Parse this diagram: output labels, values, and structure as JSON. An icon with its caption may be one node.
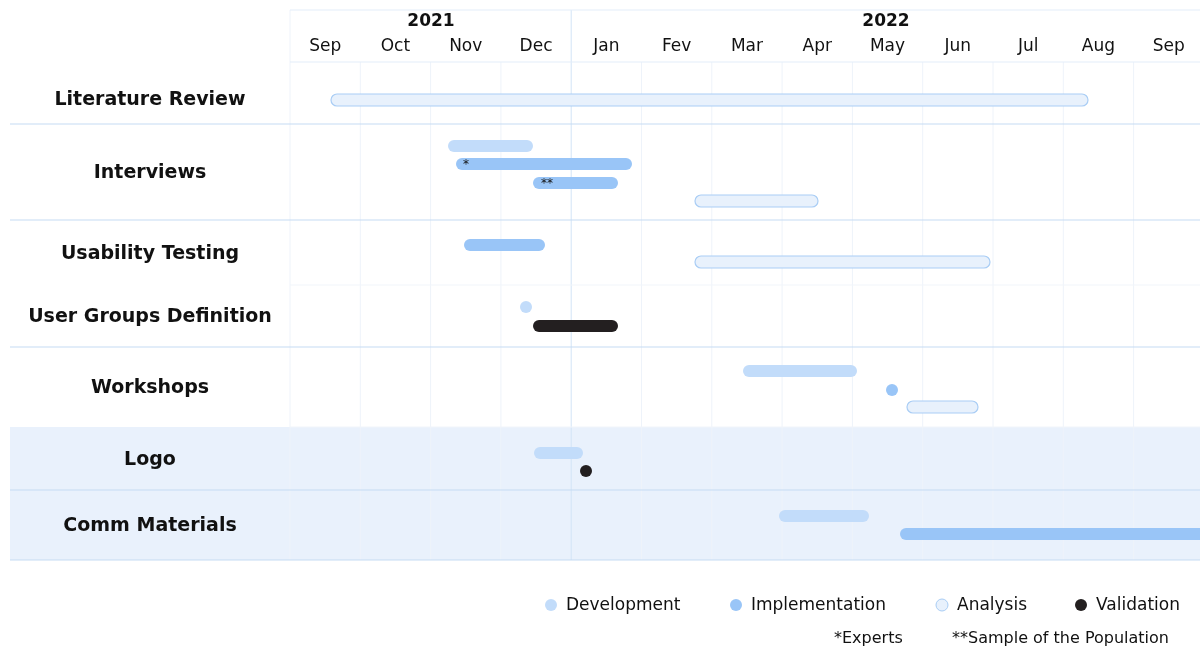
{
  "diagram": {
    "labels": [
      "2021",
      "2022",
      "Sep",
      "Oct",
      "Nov",
      "Dec",
      "Jan",
      "Fev",
      "Mar",
      "Apr",
      "May",
      "Jun",
      "Jul",
      "Aug",
      "Sep",
      "Literature Review",
      "Interviews",
      "Usability Testing",
      "User Groups Definition",
      "Workshops",
      "Logo",
      "Comm Materials",
      "*",
      "**",
      "*Experts",
      "**Sample of the Population"
    ],
    "legend": [
      {
        "text": "Development",
        "color": "#c2dcfa"
      },
      {
        "text": "Implementation",
        "color": "#99c5f7"
      },
      {
        "text": "Analysis",
        "color": "#e8f1fc"
      },
      {
        "text": "Validation",
        "color": "#231f20"
      }
    ]
  }
}
